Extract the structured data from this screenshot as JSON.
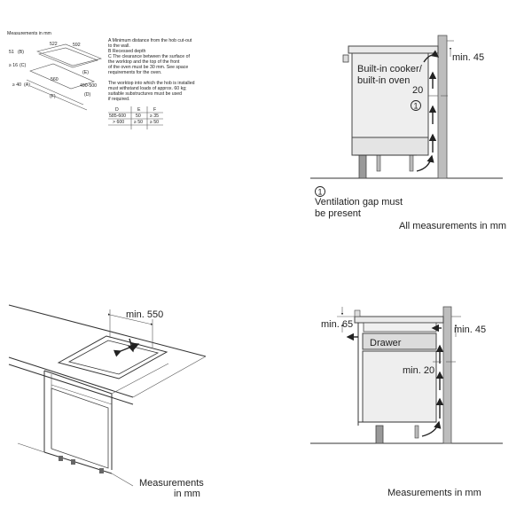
{
  "panel_tl": {
    "heading": "Measurements in mm",
    "dims": {
      "d522": "522",
      "d592": "592",
      "d51": "51",
      "lb": "(B)",
      "d16": "≥ 16",
      "lc": "(C)",
      "d40": "≥ 40",
      "la": "(A)",
      "d560": "560",
      "d490": "490-500",
      "le": "(E)",
      "lf": "(F)",
      "ld": "(D)"
    },
    "notes": [
      "A  Minimum distance from the hob cut-out",
      "    to the wall.",
      "B  Recessed depth",
      "C  The clearance between the surface of",
      "    the worktop and the top of the front",
      "    of the oven must be 30 mm. See space",
      "    requirements for the oven.",
      "",
      "The worktop into which the hob is installed",
      "must withstand loads of approx. 60 kg;",
      "suitable substructures must be used",
      "if required."
    ],
    "table": {
      "headers": [
        "D",
        "E",
        "F"
      ],
      "rows": [
        [
          "585-600",
          "50",
          "≥ 35"
        ],
        [
          "> 600",
          "≥ 50",
          "≥ 50"
        ]
      ]
    }
  },
  "panel_tr": {
    "label_line1": "Built-in cooker/",
    "label_line2": "built-in oven",
    "min45": "min. 45",
    "gap20": "20",
    "marker": "1",
    "legend_marker": "1",
    "legend_line1": "Ventilation gap must",
    "legend_line2": "be present",
    "footer": "All measurements in mm"
  },
  "panel_bl": {
    "min550": "min. 550",
    "footer_line1": "Measurements",
    "footer_line2": "in mm"
  },
  "panel_br": {
    "min65": "min. 65",
    "drawer": "Drawer",
    "min45": "min. 45",
    "min20": "min. 20",
    "footer": "Measurements in mm"
  }
}
